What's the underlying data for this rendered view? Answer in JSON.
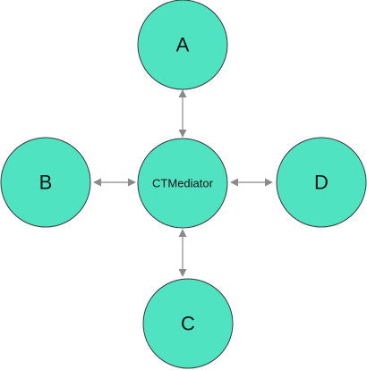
{
  "nodes": {
    "a": {
      "label": "A"
    },
    "b": {
      "label": "B"
    },
    "c": {
      "label": "C"
    },
    "d": {
      "label": "D"
    },
    "mediator": {
      "label": "CTMediator"
    }
  },
  "edges": [
    {
      "from": "mediator",
      "to": "a",
      "direction": "both"
    },
    {
      "from": "mediator",
      "to": "b",
      "direction": "both"
    },
    {
      "from": "mediator",
      "to": "c",
      "direction": "both"
    },
    {
      "from": "mediator",
      "to": "d",
      "direction": "both"
    }
  ],
  "colors": {
    "node_fill": "#50e3c2",
    "node_stroke": "#3a3a3a",
    "connector": "#8a8a8a",
    "text": "#111111"
  }
}
